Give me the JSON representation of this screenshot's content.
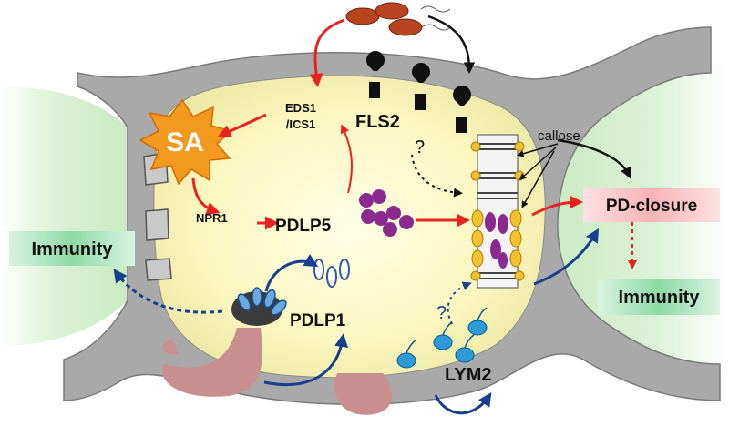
{
  "labels": {
    "sa": "SA",
    "eds1": "EDS1",
    "ics1": "/ICS1",
    "fls2": "FLS2",
    "npr1": "NPR1",
    "pdlp5": "PDLP5",
    "pdlp1": "PDLP1",
    "lym2": "LYM2",
    "callose": "callose",
    "pd_closure": "PD-closure",
    "immunity_left": "Immunity",
    "immunity_right": "Immunity",
    "question_top": "?",
    "question_bottom": "?"
  },
  "colors": {
    "cell_wall": "#a9a9a9",
    "cytoplasm_center": "#fdfbd2",
    "neighbor_cell": "#e2f4de",
    "red_arrow": "#e8231f",
    "blue_arrow": "#173f8f",
    "sa_burst": "#f39a1e",
    "pdlp5_protein": "#8a2a8f",
    "callose": "#f2c230",
    "immunity_box": "#7fd19a",
    "pd_closure_box": "#f7b7b7",
    "lym2_protein": "#2f9ad8",
    "bacteria": "#b8441f"
  }
}
